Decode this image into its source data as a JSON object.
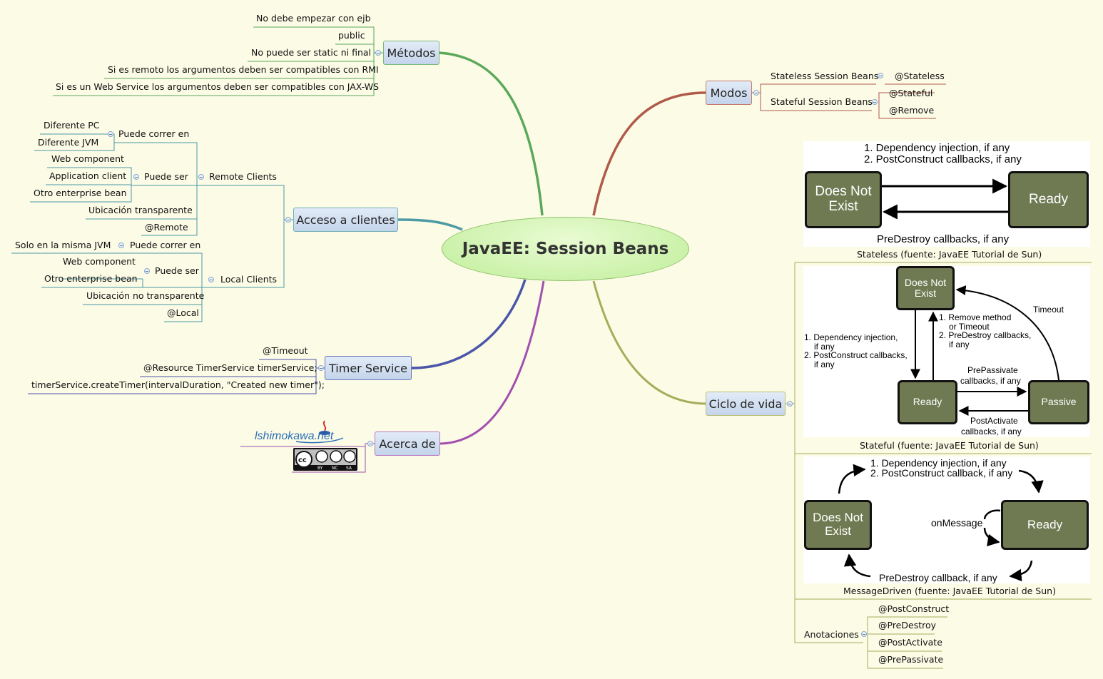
{
  "central": "JavaEE: Session Beans",
  "metodos": {
    "title": "Métodos",
    "items": [
      "No debe empezar con ejb",
      "public",
      "No puede ser static ni final",
      "Si es remoto los argumentos deben ser compatibles con RMI",
      "Si es un Web Service los argumentos deben ser compatibles con JAX-WS"
    ]
  },
  "acceso": {
    "title": "Acceso a clientes",
    "remote": {
      "label": "Remote Clients",
      "puede_correr": "Puede correr en",
      "correr_items": [
        "Diferente PC",
        "Diferente JVM"
      ],
      "puede_ser": "Puede ser",
      "ser_items": [
        "Web component",
        "Application client",
        "Otro enterprise bean"
      ],
      "ubicacion": "Ubicación transparente",
      "annotation": "@Remote"
    },
    "local": {
      "label": "Local Clients",
      "puede_correr": "Puede correr en",
      "correr_item": "Solo en la misma JVM",
      "puede_ser": "Puede ser",
      "ser_items": [
        "Web component",
        "Otro enterprise bean"
      ],
      "ubicacion": "Ubicación no transparente",
      "annotation": "@Local"
    }
  },
  "timer": {
    "title": "Timer Service",
    "items": [
      "@Timeout",
      "@Resource TimerService timerService;",
      "timerService.createTimer(intervalDuration, \"Created new timer\");"
    ]
  },
  "acerca": {
    "title": "Acerca de",
    "logo": "lshimokawa.net",
    "license": [
      "cc",
      "BY",
      "NC",
      "SA"
    ]
  },
  "modos": {
    "title": "Modos",
    "stateless": {
      "label": "Stateless Session Beans",
      "annotation": "@Stateless"
    },
    "stateful": {
      "label": "Stateful Session Beans",
      "annotations": [
        "@Stateful",
        "@Remove"
      ]
    }
  },
  "ciclo": {
    "title": "Ciclo de vida",
    "stateless": {
      "caption": "Stateless (fuente: JavaEE Tutorial de Sun)",
      "top1": "1. Dependency injection, if any",
      "top2": "2. PostConstruct callbacks, if any",
      "bottom": "PreDestroy callbacks, if any",
      "state_a": "Does Not\nExist",
      "state_b": "Ready"
    },
    "stateful": {
      "caption": "Stateful (fuente: JavaEE Tutorial de Sun)",
      "state_dne": "Does Not\nExist",
      "state_ready": "Ready",
      "state_passive": "Passive",
      "timeout": "Timeout",
      "remove": [
        "1. Remove method",
        "or Timeout",
        "2. PreDestroy callbacks,",
        "if any"
      ],
      "inject": [
        "1. Dependency injection,",
        "if any",
        "2. PostConstruct callbacks,",
        "if any"
      ],
      "prepassivate": [
        "PrePassivate",
        "callbacks, if any"
      ],
      "postactivate": [
        "PostActivate",
        "callbacks, if any"
      ]
    },
    "messagedriven": {
      "caption": "MessageDriven (fuente: JavaEE Tutorial de Sun)",
      "top1": "1. Dependency injection, if any",
      "top2": "2. PostConstruct callback, if any",
      "bottom": "PreDestroy callback, if any",
      "onmessage": "onMessage",
      "state_a": "Does Not\nExist",
      "state_b": "Ready"
    },
    "anotaciones": {
      "label": "Anotaciones",
      "items": [
        "@PostConstruct",
        "@PreDestroy",
        "@PostActivate",
        "@PrePassivate"
      ]
    }
  },
  "colors": {
    "background": "#fbfbe6",
    "metodos_branch": "#5aa85a",
    "acceso_branch": "#4c9aa5",
    "timer_branch": "#4a56a8",
    "acerca_branch": "#a24fae",
    "modos_branch": "#b05a4a",
    "ciclo_branch": "#a6ad5a",
    "state_fill": "#707a52"
  }
}
